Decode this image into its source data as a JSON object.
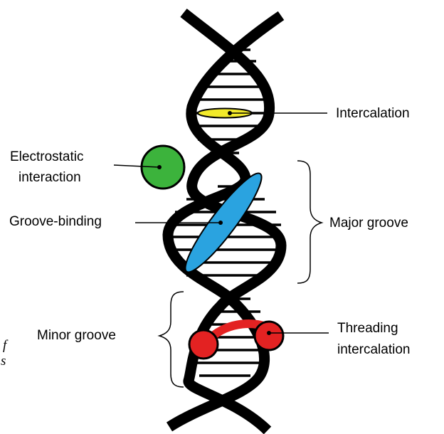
{
  "colors": {
    "helix": "#000000",
    "intercalator": "#f2ea2a",
    "electrostatic": "#3cb33c",
    "groove_binder": "#2aa3e0",
    "threader": "#e32222"
  },
  "labels": {
    "intercalation": "Intercalation",
    "electrostatic_line1": "Electrostatic",
    "electrostatic_line2": "interaction",
    "groove_binding": "Groove-binding",
    "major_groove": "Major groove",
    "minor_groove": "Minor groove",
    "threading_line1": "Threading",
    "threading_line2": "intercalation"
  },
  "edge_fragments": {
    "line1": "f",
    "line2": "s"
  }
}
